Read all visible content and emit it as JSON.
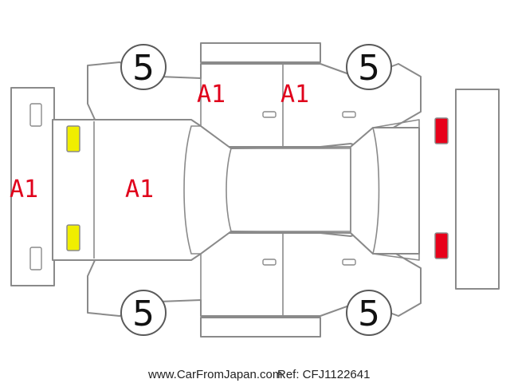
{
  "damage_codes": {
    "rear_bumper": "A1",
    "trunk_lid": "A1",
    "left_rear_door": "A1",
    "left_front_door": "A1"
  },
  "tyre_ratings": {
    "left_rear": "5",
    "left_front": "5",
    "right_rear": "5",
    "right_front": "5"
  },
  "lights": {
    "rear_color": "#f0ee00",
    "front_color": "#e8001a"
  },
  "footer": {
    "site": "www.CarFromJapan.com",
    "reference": "Ref: CFJ1122641"
  }
}
